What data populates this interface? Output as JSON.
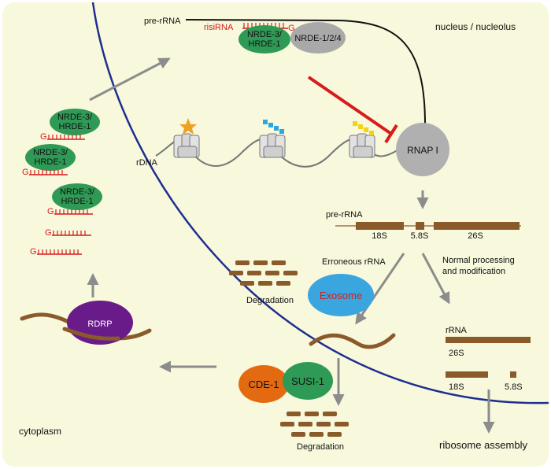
{
  "colors": {
    "background": "#f7f8dc",
    "membrane": "#1f2f8f",
    "nrde3": "#2f9a56",
    "nrde124": "#a9a9a9",
    "rnap": "#b0b0b0",
    "rna": "#8a5a2b",
    "red": "#d81b1b",
    "exosome": "#3aa6e0",
    "cde1": "#e46a12",
    "susi1": "#2f9a56",
    "rdrp": "#6a1b8a",
    "arrow": "#8c8c8c"
  },
  "regions": {
    "nucleus": "nucleus / nucleolus",
    "cytoplasm": "cytoplasm"
  },
  "nucleus": {
    "pre_rrna_top": "pre-rRNA",
    "risirna": "risiRNA",
    "g_letter": "G",
    "nrde3_label": "NRDE-3/\nHRDE-1",
    "nrde124_label": "NRDE-1/2/4",
    "rdna_label": "rDNA",
    "rnap_label": "RNAP I",
    "pre_rrna_lower": "pre-rRNA",
    "seg_18s": "18S",
    "seg_58s": "5.8S",
    "seg_26s": "26S",
    "erroneous": "Erroneous rRNA",
    "normal_line1": "Normal processing",
    "normal_line2": "and modification",
    "degradation_top": "Degradation",
    "exosome": "Exosome",
    "rrna_label": "rRNA",
    "rrna_26s": "26S",
    "rrna_18s": "18S",
    "rrna_58s": "5.8S",
    "ribosome_assembly": "ribosome assembly"
  },
  "cytoplasm": {
    "nrde3_items": [
      "NRDE-3/\nHRDE-1",
      "NRDE-3/\nHRDE-1",
      "NRDE-3/\nHRDE-1"
    ],
    "g_letter": "G",
    "rdrp": "RDRP",
    "cde1": "CDE-1",
    "susi1": "SUSI-1",
    "degradation_bottom": "Degradation"
  }
}
